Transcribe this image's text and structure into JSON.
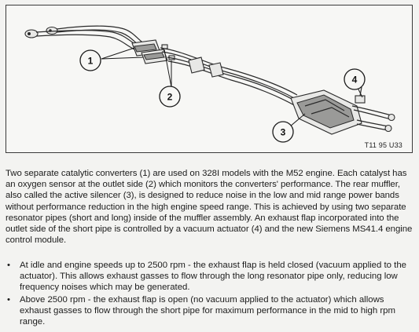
{
  "figure": {
    "code": "T11 95 U33",
    "callouts": [
      "1",
      "2",
      "3",
      "4"
    ]
  },
  "body": {
    "paragraph": "Two separate catalytic converters (1) are used on 328I models with the M52 engine. Each catalyst has an oxygen sensor at the outlet side (2) which monitors the converters' performance. The rear muffler, also called the active silencer (3), is designed to reduce noise in the low and mid range power bands without performance reduction in the high engine speed range. This is achieved by using two separate resonator pipes (short and long) inside of the muffler assembly. An exhaust flap incorporated into the outlet side of the short pipe is controlled by a vacuum actuator (4) and the new Siemens MS41.4 engine control module.",
    "bullet_glyph": "•",
    "bullets": [
      "At idle and engine speeds up to 2500 rpm - the exhaust flap is held closed (vacuum applied to the actuator). This allows exhaust gasses to flow through the long resonator pipe only, reducing low frequency noises which may be generated.",
      "Above 2500 rpm - the exhaust flap is open (no vacuum applied to the actuator) which allows exhaust gasses to flow through the short pipe for maximum performance in the mid to high rpm range."
    ]
  }
}
